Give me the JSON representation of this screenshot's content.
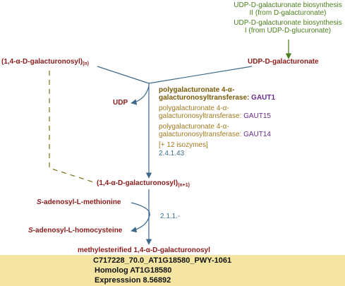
{
  "upstream": {
    "line1": "UDP-D-galacturonate biosynthesis",
    "line2": "II (from D-galacturonate)",
    "line3": "UDP-D-galacturonate biosynthesis",
    "line4": "I (from UDP-D-glucuronate)"
  },
  "compounds": {
    "left_substrate": "(1,4-α-D-galacturonosyl)",
    "left_substrate_sub": "(n)",
    "udp_galacturonate": "UDP-D-galacturonate",
    "udp": "UDP",
    "product": "(1,4-α-D-galacturonosyl)",
    "product_sub": "(n+1)",
    "sam_prefix": "S",
    "sam_rest": "-adenosyl-L-methionine",
    "sah_prefix": "S",
    "sah_rest": "-adenosyl-L-homocysteine",
    "methylesterified": "methylesterified 1,4-α-D-galacturonosyl"
  },
  "enzymes": {
    "e1_line1": "polygalacturonate 4-α-",
    "e1_line2": "galacturonosyltransferase:",
    "e1_gene": "GAUT1",
    "e2_line1": "polygalacturonate 4-α-",
    "e2_line2": "galacturonosyltransferase:",
    "e2_gene": "GAUT15",
    "e3_line1": "polygalacturonate 4-α-",
    "e3_line2": "galacturonosyltransferase:",
    "e3_gene": "GAUT14",
    "more": "[+ 12 isozymes]",
    "ec1": "2.4.1.43",
    "ec2": "2.1.1.-"
  },
  "info": {
    "line1": "C717228_70.0_AT1G18580_PWY-1061",
    "line2": "Homolog AT1G18580",
    "line3": "Expresssion 8.56892"
  },
  "colors": {
    "compound": "#8b1a1a",
    "pathway_link": "#4a7f1c",
    "enzyme": "#a07a1e",
    "gene": "#6a2c8c",
    "ec": "#3e6b8c",
    "reaction_line": "#3e6b8c",
    "dashed_line": "#7a6a10",
    "info_bg": "#f4e6a2"
  }
}
